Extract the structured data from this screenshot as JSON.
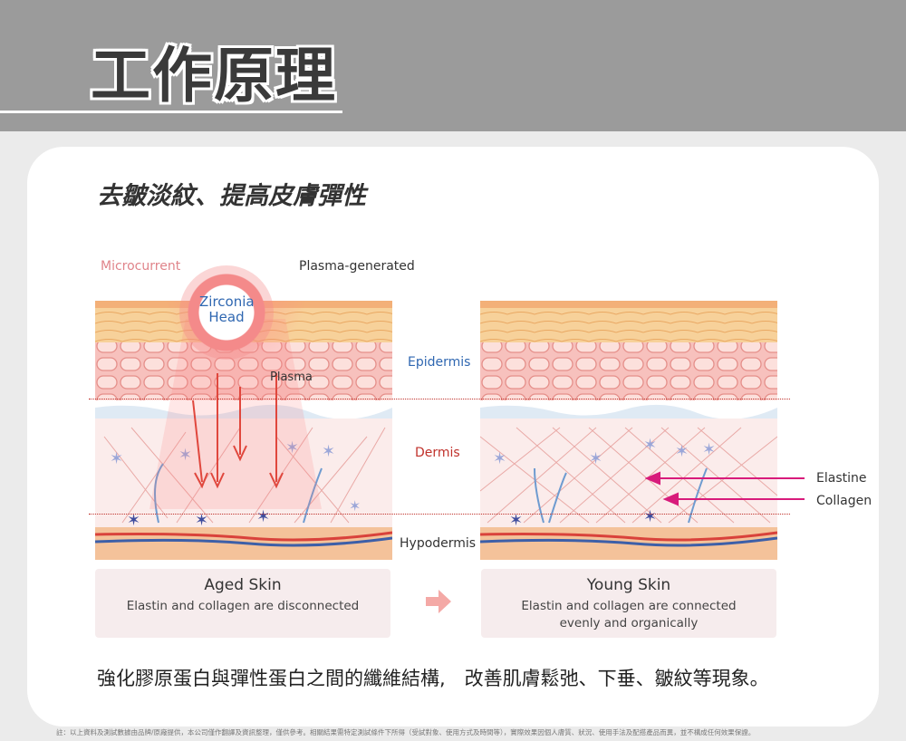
{
  "header": {
    "title": "工作原理"
  },
  "subtitle": "去皺淡紋、提高皮膚彈性",
  "labels": {
    "microcurrent": "Microcurrent",
    "plasma_generated": "Plasma-generated",
    "zirconia_line1": "Zirconia",
    "zirconia_line2": "Head",
    "plasma": "Plasma",
    "epidermis": "Epidermis",
    "dermis": "Dermis",
    "hypodermis": "Hypodermis",
    "elastine": "Elastine",
    "collagen": "Collagen"
  },
  "aged": {
    "title": "Aged Skin",
    "desc": "Elastin and collagen are disconnected"
  },
  "young": {
    "title": "Young Skin",
    "desc_line1": "Elastin and collagen are connected",
    "desc_line2": "evenly and organically"
  },
  "bottom_text": "強化膠原蛋白與彈性蛋白之間的纖維結構,　改善肌膚鬆弛、下垂、皺紋等現象。",
  "footnote": "註：以上資料及測試數據由品牌/原廠提供，本公司僅作翻譯及資訊整理，僅供參考。相關結果需特定測試條件下所得（受試對象、使用方式及時間等），實際效果因個人膚質、狀況、使用手法及配搭產品而異，並不構成任何效果保證。",
  "colors": {
    "epidermis_top": "#f5c987",
    "epidermis_cells": "#f8b9b5",
    "dermis": "#fbeceb",
    "hypodermis": "#f4c29a",
    "fiber_red": "#e07a72",
    "star_blue": "#9aa6d8",
    "arrow_red": "#e0473d",
    "pointer_magenta": "#d81b7b"
  }
}
